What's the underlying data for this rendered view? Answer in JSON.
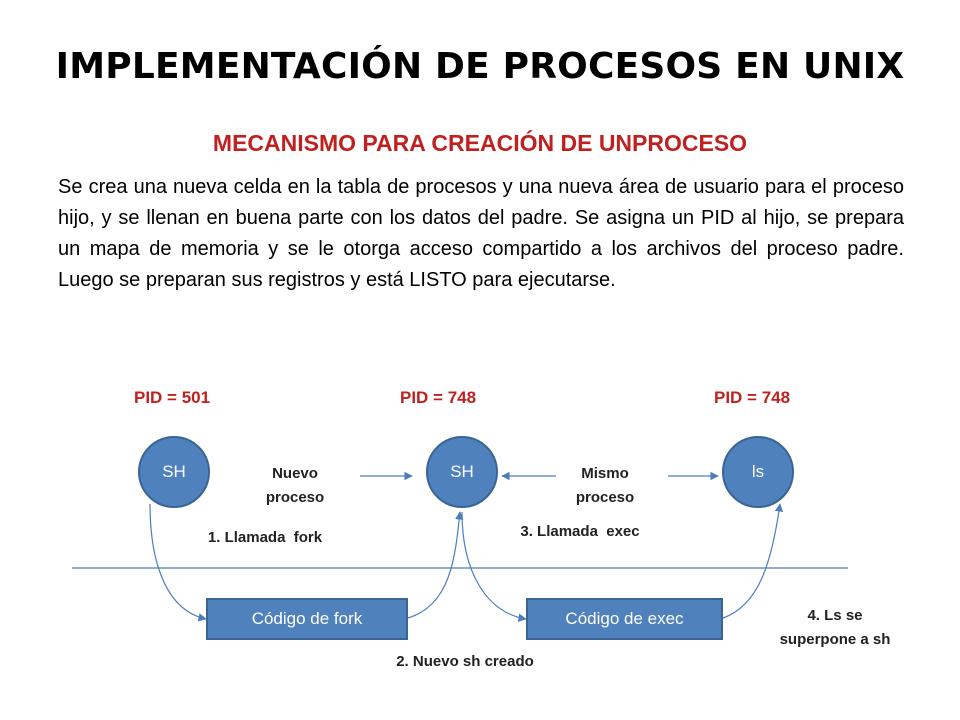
{
  "title": "IMPLEMENTACIÓN DE PROCESOS EN UNIX",
  "subtitle": "MECANISMO PARA CREACIÓN DE UNPROCESO",
  "paragraph": "Se crea una nueva celda en la tabla de procesos y una nueva área de usuario para el proceso hijo, y se llenan en buena parte con los datos del padre.  Se asigna un PID al hijo, se prepara un mapa de memoria y se le otorga acceso compartido a los archivos del proceso padre.  Luego se preparan sus registros y está LISTO para ejecutarse.",
  "diagram": {
    "pids": [
      "PID = 501",
      "PID = 748",
      "PID = 748"
    ],
    "nodes": [
      "SH",
      "SH",
      "ls"
    ],
    "boxes": [
      "Código de fork",
      "Código de exec"
    ],
    "labels": {
      "nuevo_proceso_1": "Nuevo",
      "nuevo_proceso_2": "proceso",
      "mismo_proceso_1": "Mismo",
      "mismo_proceso_2": "proceso",
      "step1": "1. Llamada  fork",
      "step2": "2. Nuevo sh creado",
      "step3": "3. Llamada  exec",
      "step4_1": "4. Ls se",
      "step4_2": "superpone a sh"
    },
    "colors": {
      "node_fill": "#4f81bd",
      "node_border": "#3a6493",
      "arrow": "#4a7ebb",
      "accent_red": "#c0211f"
    }
  }
}
